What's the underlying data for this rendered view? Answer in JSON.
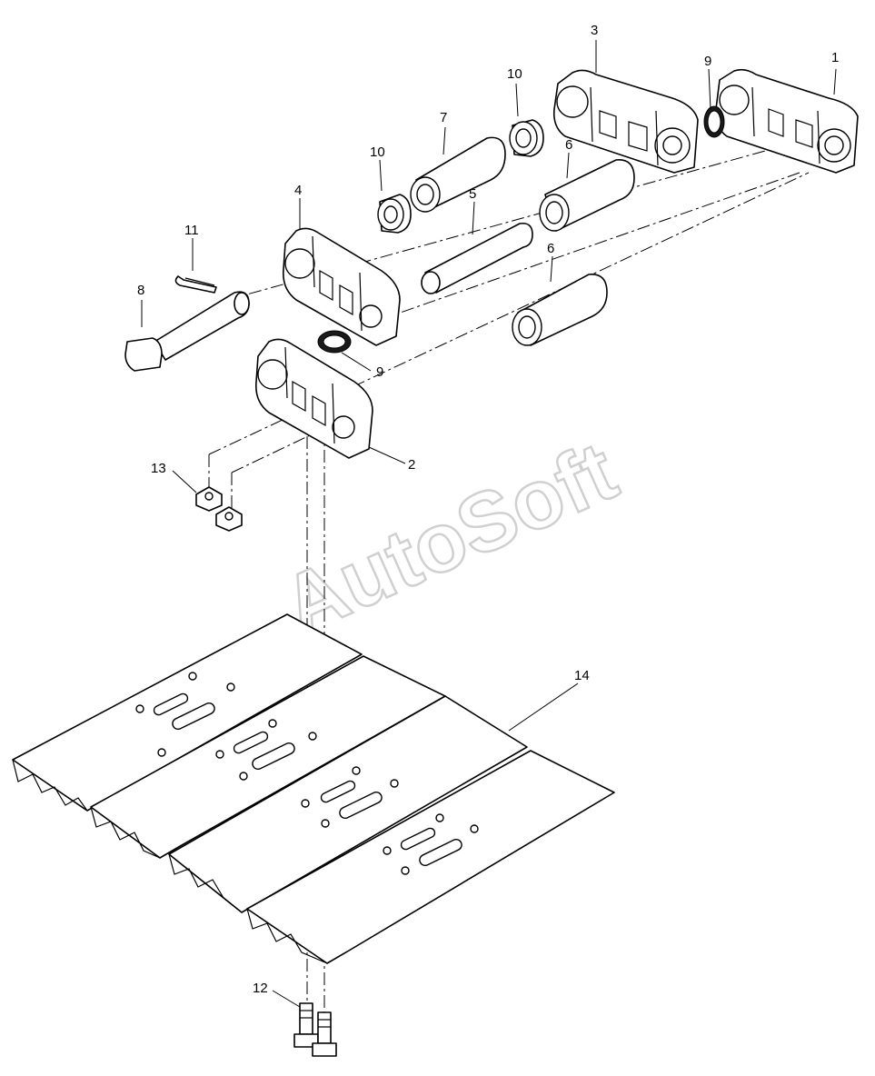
{
  "watermark": "AutoSoft",
  "callouts": {
    "c1": "1",
    "c2": "2",
    "c3": "3",
    "c4": "4",
    "c5": "5",
    "c6a": "6",
    "c6b": "6",
    "c7": "7",
    "c8": "8",
    "c9a": "9",
    "c9b": "9",
    "c10a": "10",
    "c10b": "10",
    "c11": "11",
    "c12": "12",
    "c13": "13",
    "c14": "14"
  }
}
